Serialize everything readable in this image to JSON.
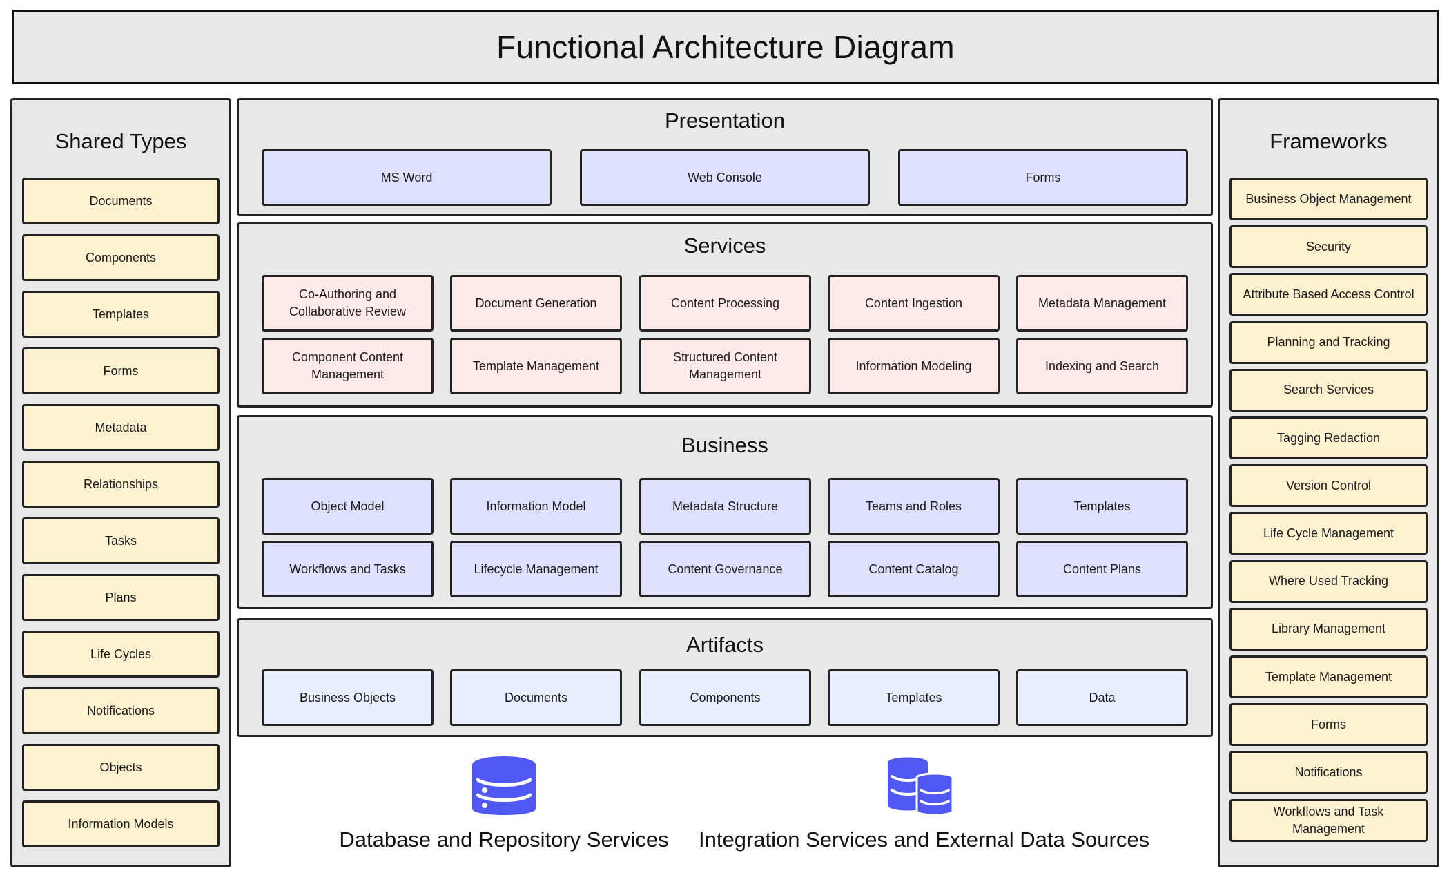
{
  "title": "Functional Architecture Diagram",
  "shared_types": {
    "heading": "Shared Types",
    "items": [
      "Documents",
      "Components",
      "Templates",
      "Forms",
      "Metadata",
      "Relationships",
      "Tasks",
      "Plans",
      "Life Cycles",
      "Notifications",
      "Objects",
      "Information Models"
    ]
  },
  "frameworks": {
    "heading": "Frameworks",
    "items": [
      "Business Object Management",
      "Security",
      "Attribute Based Access Control",
      "Planning and Tracking",
      "Search Services",
      "Tagging Redaction",
      "Version Control",
      "Life Cycle Management",
      "Where Used Tracking",
      "Library Management",
      "Template Management",
      "Forms",
      "Notifications",
      "Workflows and Task Management"
    ]
  },
  "presentation": {
    "heading": "Presentation",
    "items": [
      "MS Word",
      "Web Console",
      "Forms"
    ]
  },
  "services": {
    "heading": "Services",
    "items": [
      "Co-Authoring and Collaborative Review",
      "Document Generation",
      "Content Processing",
      "Content Ingestion",
      "Metadata Management",
      "Component Content Management",
      "Template Management",
      "Structured Content Management",
      "Information Modeling",
      "Indexing and Search"
    ]
  },
  "business": {
    "heading": "Business",
    "items": [
      "Object Model",
      "Information Model",
      "Metadata Structure",
      "Teams and Roles",
      "Templates",
      "Workflows and Tasks",
      "Lifecycle Management",
      "Content Governance",
      "Content Catalog",
      "Content Plans"
    ]
  },
  "artifacts": {
    "heading": "Artifacts",
    "items": [
      "Business Objects",
      "Documents",
      "Components",
      "Templates",
      "Data"
    ]
  },
  "sources": {
    "database": {
      "label": "Database and Repository Services",
      "icon": "database-icon"
    },
    "integration": {
      "label": "Integration Services and External Data Sources",
      "icon": "multi-database-icon"
    }
  },
  "colors": {
    "panel_bg": "#e8e8e8",
    "side_item_bg": "#fdf2d0",
    "presentation_bg": "#dfe0fd",
    "services_bg": "#fde8ea",
    "business_bg": "#dfe0fd",
    "artifacts_bg": "#e8eefd",
    "icon_blue": "#5058f4"
  }
}
